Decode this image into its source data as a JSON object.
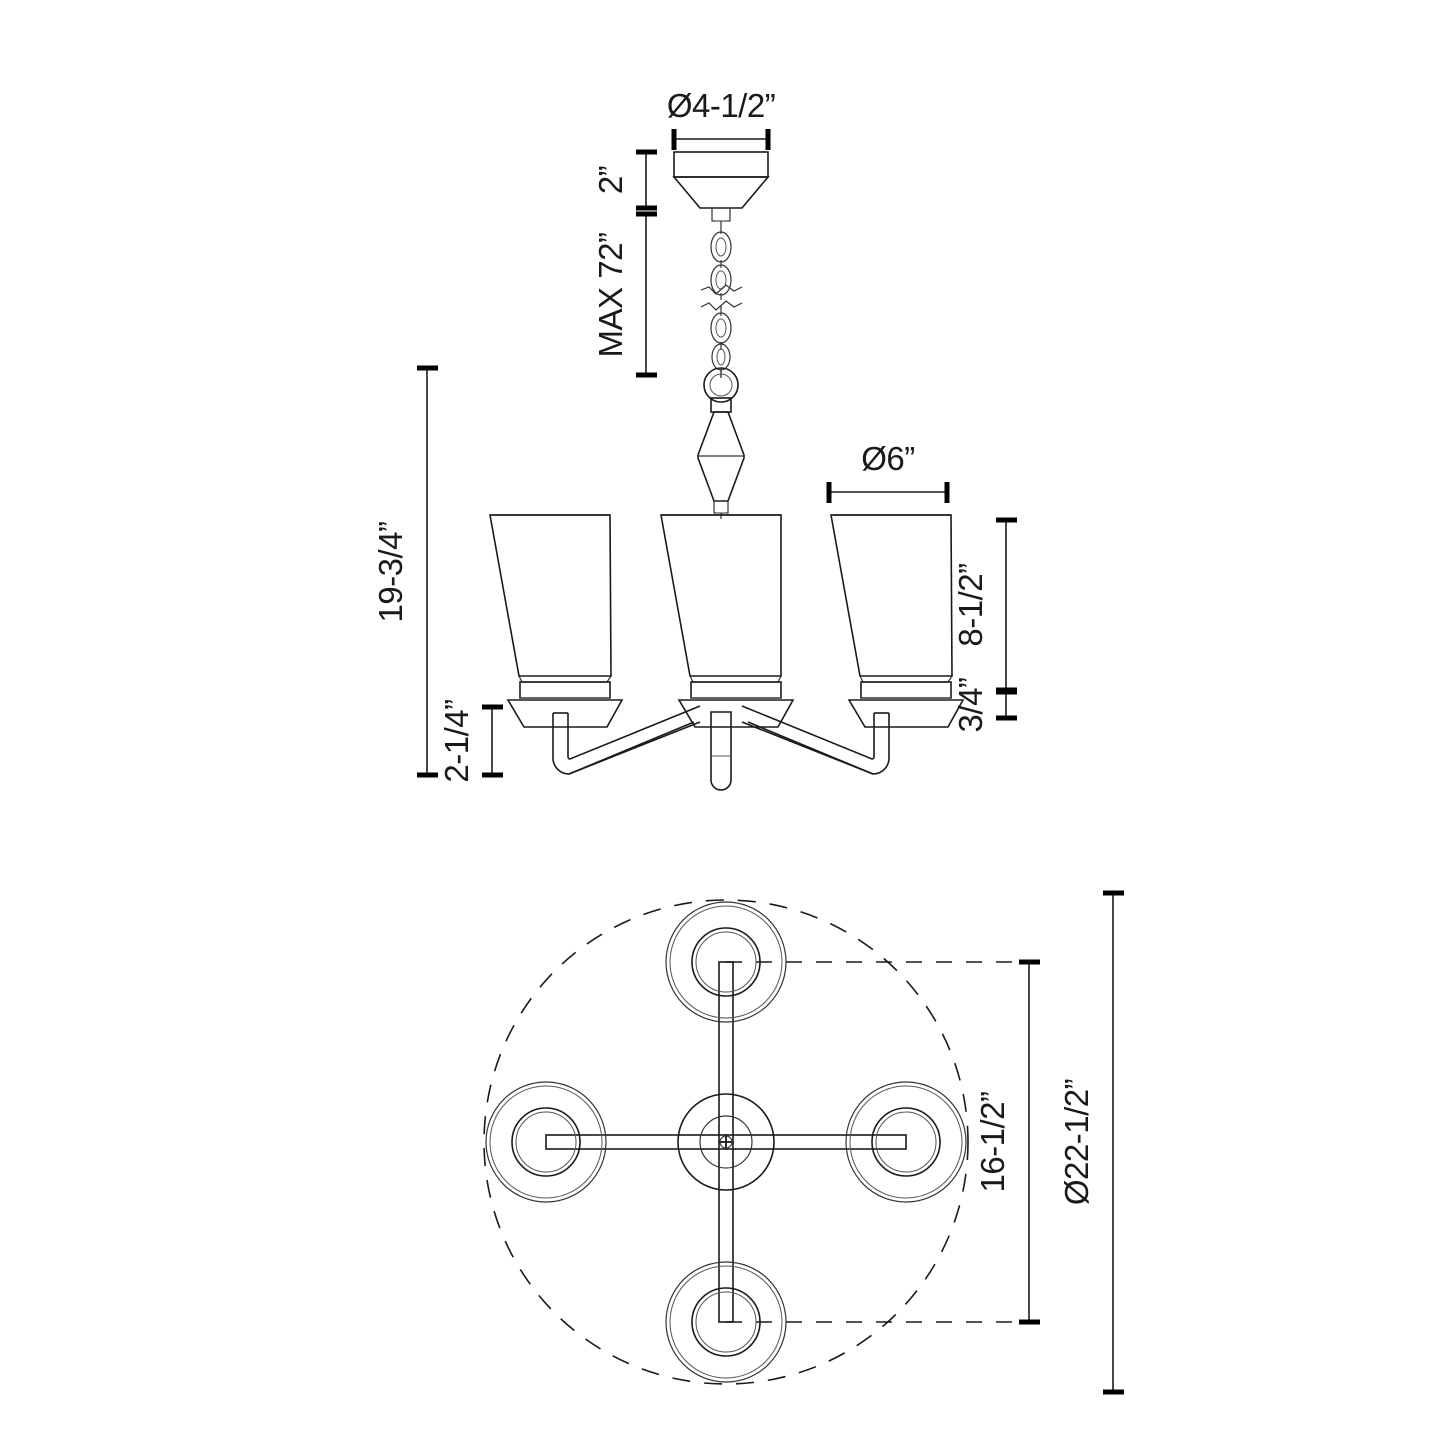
{
  "document": {
    "type": "technical-dimension-drawing",
    "subject": "4-light chandelier",
    "views": [
      "elevation",
      "plan"
    ]
  },
  "dimensions": {
    "canopy_diameter": "Ø4-1/2”",
    "canopy_height": "2”",
    "chain_max": "MAX 72”",
    "overall_height": "19-3/4”",
    "arm_drop": "2-1/4”",
    "shade_diameter": "Ø6”",
    "shade_height": "8-1/2”",
    "socket_cup_height": "3/4”",
    "arm_spread": "16-1/2”",
    "overall_diameter": "Ø22-1/2”"
  },
  "elevation": {
    "label_canopy_diameter": "Ø4-1/2”",
    "label_canopy_height": "2”",
    "label_chain": "MAX 72”",
    "label_overall_height": "19-3/4”",
    "label_arm_drop": "2-1/4”",
    "label_shade_diameter": "Ø6”",
    "label_shade_height": "8-1/2”",
    "label_cup_height": "3/4”"
  },
  "plan": {
    "label_spread": "16-1/2”",
    "label_overall_diameter": "Ø22-1/2”",
    "shade_count": 4
  },
  "style": {
    "line_color": "#1a1a1a",
    "background": "#ffffff",
    "text_color": "#1a1a1a"
  }
}
